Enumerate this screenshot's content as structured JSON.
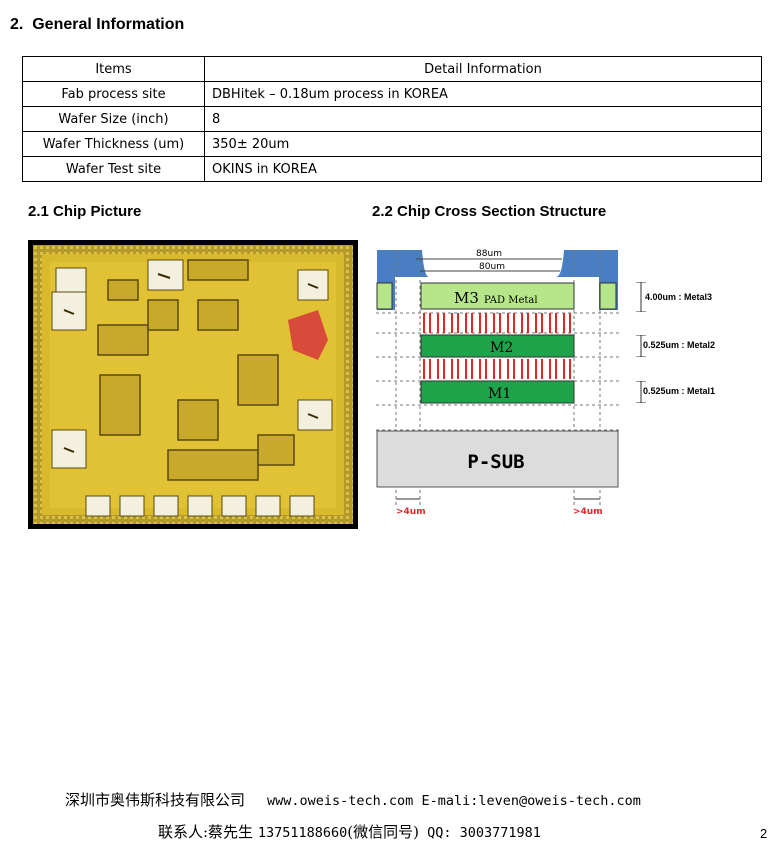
{
  "section": {
    "number": "2.",
    "title": "General Information"
  },
  "info_table": {
    "headers": [
      "Items",
      "Detail Information"
    ],
    "rows": [
      {
        "item": "Fab process site",
        "detail": "DBHitek – 0.18um process in KOREA"
      },
      {
        "item": "Wafer Size (inch)",
        "detail": "8"
      },
      {
        "item": "Wafer Thickness (um)",
        "detail": "350±  20um"
      },
      {
        "item": "Wafer Test site",
        "detail": "OKINS in KOREA"
      }
    ]
  },
  "chip_picture": {
    "title": "2.1 Chip Picture"
  },
  "cross_section": {
    "title": "2.2 Chip Cross Section Structure",
    "labels": {
      "top_width": "88um",
      "inner_width": "80um",
      "m3": "M3",
      "pad_metal": "PAD Metal",
      "m2": "M2",
      "m1": "M1",
      "substrate": "P-SUB",
      "metal3_thickness": "4.00um : Metal3",
      "metal2_thickness": "0.525um : Metal2",
      "metal1_thickness": "0.525um : Metal1",
      "left_gap": ">4um",
      "right_gap": ">4um"
    },
    "colors": {
      "passivation": "#4a7ec2",
      "metal": "#1fa34a",
      "pad": "#b7e68a",
      "via": "#e02828"
    }
  },
  "footer": {
    "company": "深圳市奥伟斯科技有限公司",
    "website_email": "www.oweis-tech.com  E-mali:leven@oweis-tech.com",
    "contact": "联系人:蔡先生 ",
    "phone": "13751188660",
    "wechat_note": "(微信同号)",
    "qq": "  QQ: 3003771981"
  },
  "page_number": "2"
}
